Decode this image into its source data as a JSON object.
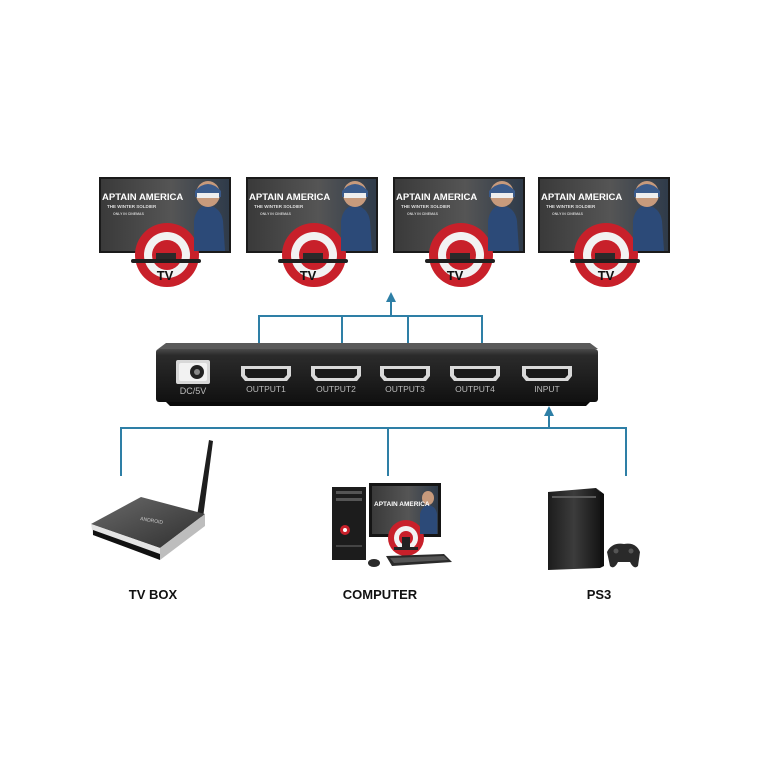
{
  "tvs": [
    {
      "label": "TV",
      "screen_title": "APTAIN AMERICA",
      "screen_subtitle": "THE WINTER SOLDIER",
      "screen_tagline": "ONLY IN CINEMAS"
    },
    {
      "label": "TV",
      "screen_title": "APTAIN AMERICA",
      "screen_subtitle": "THE WINTER SOLDIER",
      "screen_tagline": "ONLY IN CINEMAS"
    },
    {
      "label": "TV",
      "screen_title": "APTAIN AMERICA",
      "screen_subtitle": "THE WINTER SOLDIER",
      "screen_tagline": "ONLY IN CINEMAS"
    },
    {
      "label": "TV",
      "screen_title": "APTAIN AMERICA",
      "screen_subtitle": "THE WINTER SOLDIER",
      "screen_tagline": "ONLY IN CINEMAS"
    }
  ],
  "splitter": {
    "power_label": "DC/5V",
    "ports": [
      {
        "label": "OUTPUT1"
      },
      {
        "label": "OUTPUT2"
      },
      {
        "label": "OUTPUT3"
      },
      {
        "label": "OUTPUT4"
      },
      {
        "label": "INPUT"
      }
    ]
  },
  "sources": [
    {
      "label": "TV BOX",
      "icon": "tv-box-icon"
    },
    {
      "label": "COMPUTER",
      "icon": "computer-icon",
      "screen_title": "APTAIN AMERICA"
    },
    {
      "label": "PS3",
      "icon": "ps3-console-icon"
    }
  ],
  "colors": {
    "connector": "#2e7fa6",
    "device_body": "#2a2a2a",
    "tv_screen_bg": "#4a4a4a",
    "shield_red": "#c8202a"
  }
}
